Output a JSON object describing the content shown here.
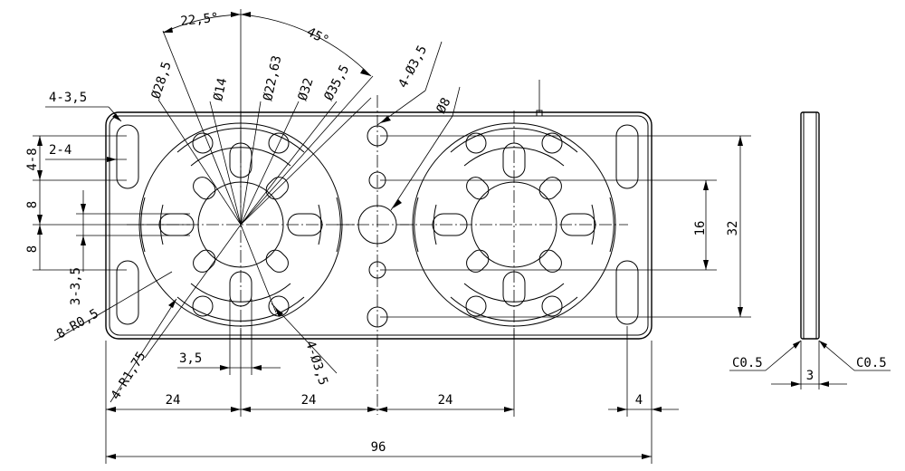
{
  "labels": {
    "pitch_left_1": "24",
    "pitch_left_2": "24",
    "pitch_right": "24",
    "edge_offset": "4",
    "overall_length": "96",
    "height_32": "32",
    "height_16": "16",
    "thickness": "3",
    "chamfer_left": "C0.5",
    "chamfer_right": "C0.5",
    "slot_holes": "4-3,5",
    "slot_width": "2-4",
    "slot_span": "4-8",
    "eight_upper": "8",
    "eight_lower": "8",
    "three_slot": "3-3,5",
    "corner_radius": "8-R0,5",
    "fillet_radius": "4-R1,75",
    "small_width": "3,5",
    "holes_bottom": "4-Ø3,5",
    "holes_top": "4-Ø3,5",
    "dia_8": "Ø8",
    "dia_28_5": "Ø28,5",
    "dia_14": "Ø14",
    "dia_22_63": "Ø22,63",
    "dia_32": "Ø32",
    "dia_35_5": "Ø35,5",
    "angle_22_5": "22,5°",
    "angle_45": "45°"
  }
}
